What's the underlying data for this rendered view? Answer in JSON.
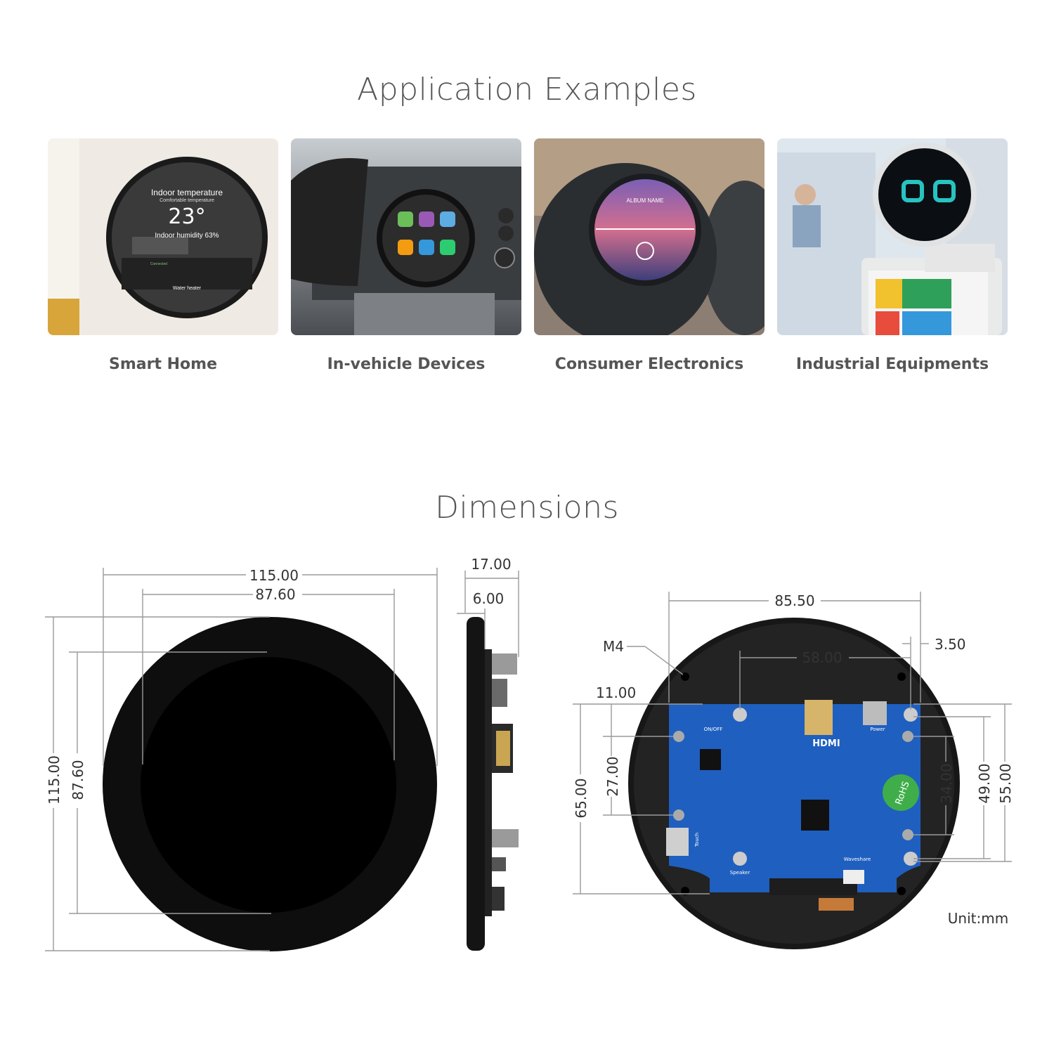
{
  "applications": {
    "title": "Application Examples",
    "items": [
      {
        "label": "Smart Home",
        "screen": {
          "title": "Indoor temperature",
          "subtitle": "Comfortable temperature",
          "value": "23°",
          "humidity": "Indoor humidity 63%",
          "device": "Water heater",
          "status": "Connected"
        }
      },
      {
        "label": "In-vehicle Devices"
      },
      {
        "label": "Consumer Electronics",
        "screen": {
          "album": "ALBUM NAME"
        }
      },
      {
        "label": "Industrial Equipments"
      }
    ]
  },
  "dimensions": {
    "title": "Dimensions",
    "unit": "Unit:mm",
    "front": {
      "outer_width": "115.00",
      "inner_width": "87.60",
      "outer_height": "115.00",
      "inner_height": "87.60"
    },
    "side": {
      "depth": "17.00",
      "thickness": "6.00"
    },
    "back": {
      "board_width": "85.50",
      "hole_spacing": "58.00",
      "edge_offset": "3.50",
      "hole_size": "M4",
      "top_offset": "11.00",
      "left_hole_spacing": "27.00",
      "board_height": "65.00",
      "right_hole_spacing": "34.00",
      "mid_hole_spacing": "49.00",
      "outer_hole_spacing": "55.00",
      "board_labels": {
        "hdmi": "HDMI",
        "rohs": "RoHS",
        "brand": "Waveshare",
        "power": "Power",
        "touch": "Touch",
        "speaker": "Speaker",
        "onoff": "ON/OFF"
      }
    }
  }
}
